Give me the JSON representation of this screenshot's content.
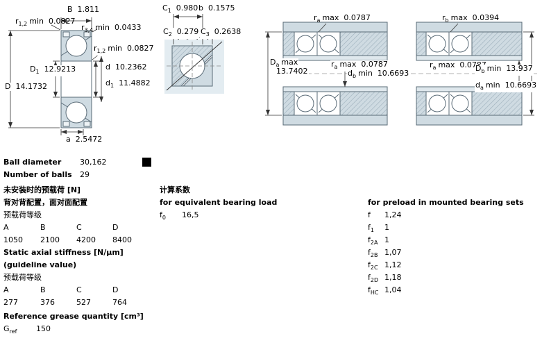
{
  "colors": {
    "diagram_steel": "#cfdbe2",
    "diagram_outline": "#5a6b77"
  },
  "left_diagram": {
    "B": {
      "base": "B",
      "value": "1.811"
    },
    "r12_outer": {
      "base": "r",
      "sub": "1,2",
      "qual": "min",
      "value": "0.0827"
    },
    "r34": {
      "base": "r",
      "sub": "3,4",
      "qual": "min",
      "value": "0.0433"
    },
    "r12_inner": {
      "base": "r",
      "sub": "1,2",
      "qual": "min",
      "value": "0.0827"
    },
    "D1": {
      "base": "D",
      "sub": "1",
      "value": "12.9213"
    },
    "d": {
      "base": "d",
      "value": "10.2362"
    },
    "d1": {
      "base": "d",
      "sub": "1",
      "value": "11.4882"
    },
    "D": {
      "base": "D",
      "value": "14.1732"
    },
    "a": {
      "base": "a",
      "value": "2.5472"
    }
  },
  "cage_diagram": {
    "C1": {
      "base": "C",
      "sub": "1",
      "value": "0.980"
    },
    "b": {
      "base": "b",
      "value": "0.1575"
    },
    "C2": {
      "base": "C",
      "sub": "2",
      "value": "0.279"
    },
    "C3": {
      "base": "C",
      "sub": "3",
      "value": "0.2638"
    }
  },
  "set1_diagram": {
    "ra_top": {
      "base": "r",
      "sub": "a",
      "qual": "max",
      "value": "0.0787"
    },
    "Da": {
      "base": "D",
      "sub": "a",
      "qual": "max",
      "value": "13.7402"
    },
    "ra_inner": {
      "base": "r",
      "sub": "a",
      "qual": "max",
      "value": "0.0787"
    },
    "db": {
      "base": "d",
      "sub": "b",
      "qual": "min",
      "value": "10.6693"
    }
  },
  "set2_diagram": {
    "rb_top": {
      "base": "r",
      "sub": "b",
      "qual": "max",
      "value": "0.0394"
    },
    "ra": {
      "base": "r",
      "sub": "a",
      "qual": "max",
      "value": "0.0787"
    },
    "Db": {
      "base": "D",
      "sub": "b",
      "qual": "min",
      "value": "13.937"
    },
    "da": {
      "base": "d",
      "sub": "a",
      "qual": "min",
      "value": "10.6693"
    }
  },
  "specs": {
    "ball_diameter_label": "Ball diameter",
    "ball_diameter_value": "30,162",
    "number_of_balls_label": "Number of balls",
    "number_of_balls_value": "29",
    "preload": {
      "heading": "未安装时的预载荷 [N]",
      "subheading": "背对背配置，面对面配置",
      "class_label": "预载荷等级",
      "columns": [
        "A",
        "B",
        "C",
        "D"
      ],
      "values": [
        "1050",
        "2100",
        "4200",
        "8400"
      ]
    },
    "stiffness": {
      "heading": "Static axial stiffness [N/μm]",
      "subheading": "(guideline value)",
      "class_label": "预载荷等级",
      "columns": [
        "A",
        "B",
        "C",
        "D"
      ],
      "values": [
        "277",
        "376",
        "527",
        "764"
      ]
    },
    "grease": {
      "heading": "Reference grease quantity [cm³]",
      "ref": {
        "base": "G",
        "sub": "ref",
        "value": "150"
      }
    }
  },
  "factors": {
    "heading_cn": "计算系数",
    "equivalent_heading": "for equivalent bearing load",
    "f0": {
      "base": "f",
      "sub": "0",
      "value": "16,5"
    },
    "preload_heading": "for preload in mounted bearing sets",
    "rows": [
      {
        "base": "f",
        "sub": "",
        "value": "1,24"
      },
      {
        "base": "f",
        "sub": "1",
        "value": "1"
      },
      {
        "base": "f",
        "sub": "2A",
        "value": "1"
      },
      {
        "base": "f",
        "sub": "2B",
        "value": "1,07"
      },
      {
        "base": "f",
        "sub": "2C",
        "value": "1,12"
      },
      {
        "base": "f",
        "sub": "2D",
        "value": "1,18"
      },
      {
        "base": "f",
        "sub": "HC",
        "value": "1,04"
      }
    ]
  }
}
